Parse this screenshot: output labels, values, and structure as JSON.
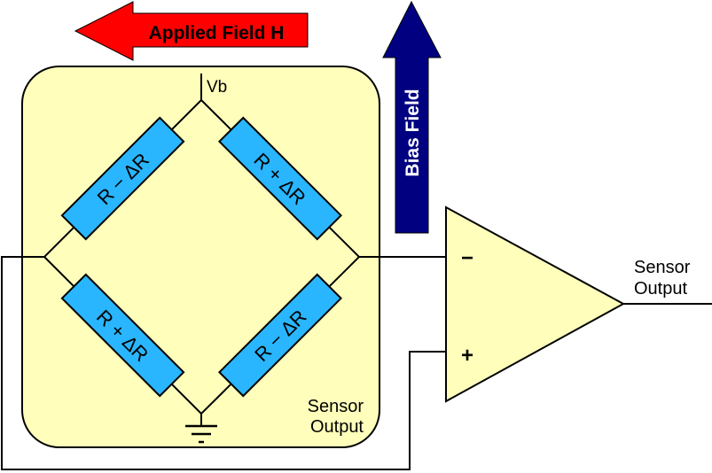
{
  "title": "Wheatstone bridge magnetoresistive sensor with op-amp",
  "colors": {
    "applied_field_arrow": "#ff0000",
    "bias_field_arrow": "#000080",
    "sensor_box": "#ffffbb",
    "resistor": "#29b6ff",
    "opamp": "#ffffbb",
    "wire": "#000000"
  },
  "arrows": {
    "applied_field": {
      "label": "Applied Field H",
      "direction": "left"
    },
    "bias_field": {
      "label": "Bias Field",
      "direction": "up"
    }
  },
  "bridge": {
    "supply_label": "Vb",
    "output_label_line1": "Sensor",
    "output_label_line2": "Output",
    "resistors": {
      "top_left": "R − ΔR",
      "top_right": "R + ΔR",
      "bottom_left": "R + ΔR",
      "bottom_right": "R − ΔR"
    },
    "ground": "ground-symbol"
  },
  "opamp": {
    "inverting_label": "−",
    "noninverting_label": "+",
    "output_label_line1": "Sensor",
    "output_label_line2": "Output"
  }
}
